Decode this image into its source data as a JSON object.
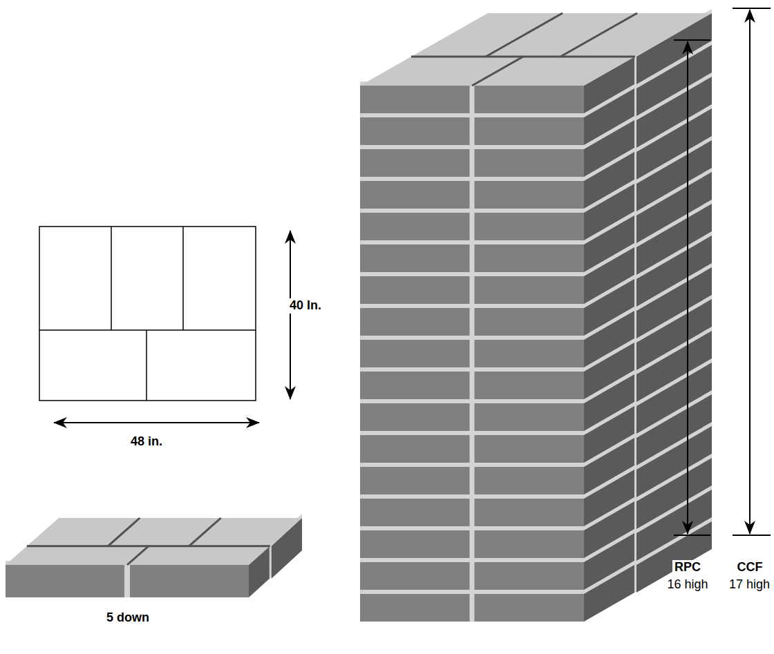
{
  "diagram": {
    "labels": [
      "40 In.",
      "48 in.",
      "5 down",
      "RPC",
      "16 high",
      "CCF",
      "17 high"
    ]
  }
}
